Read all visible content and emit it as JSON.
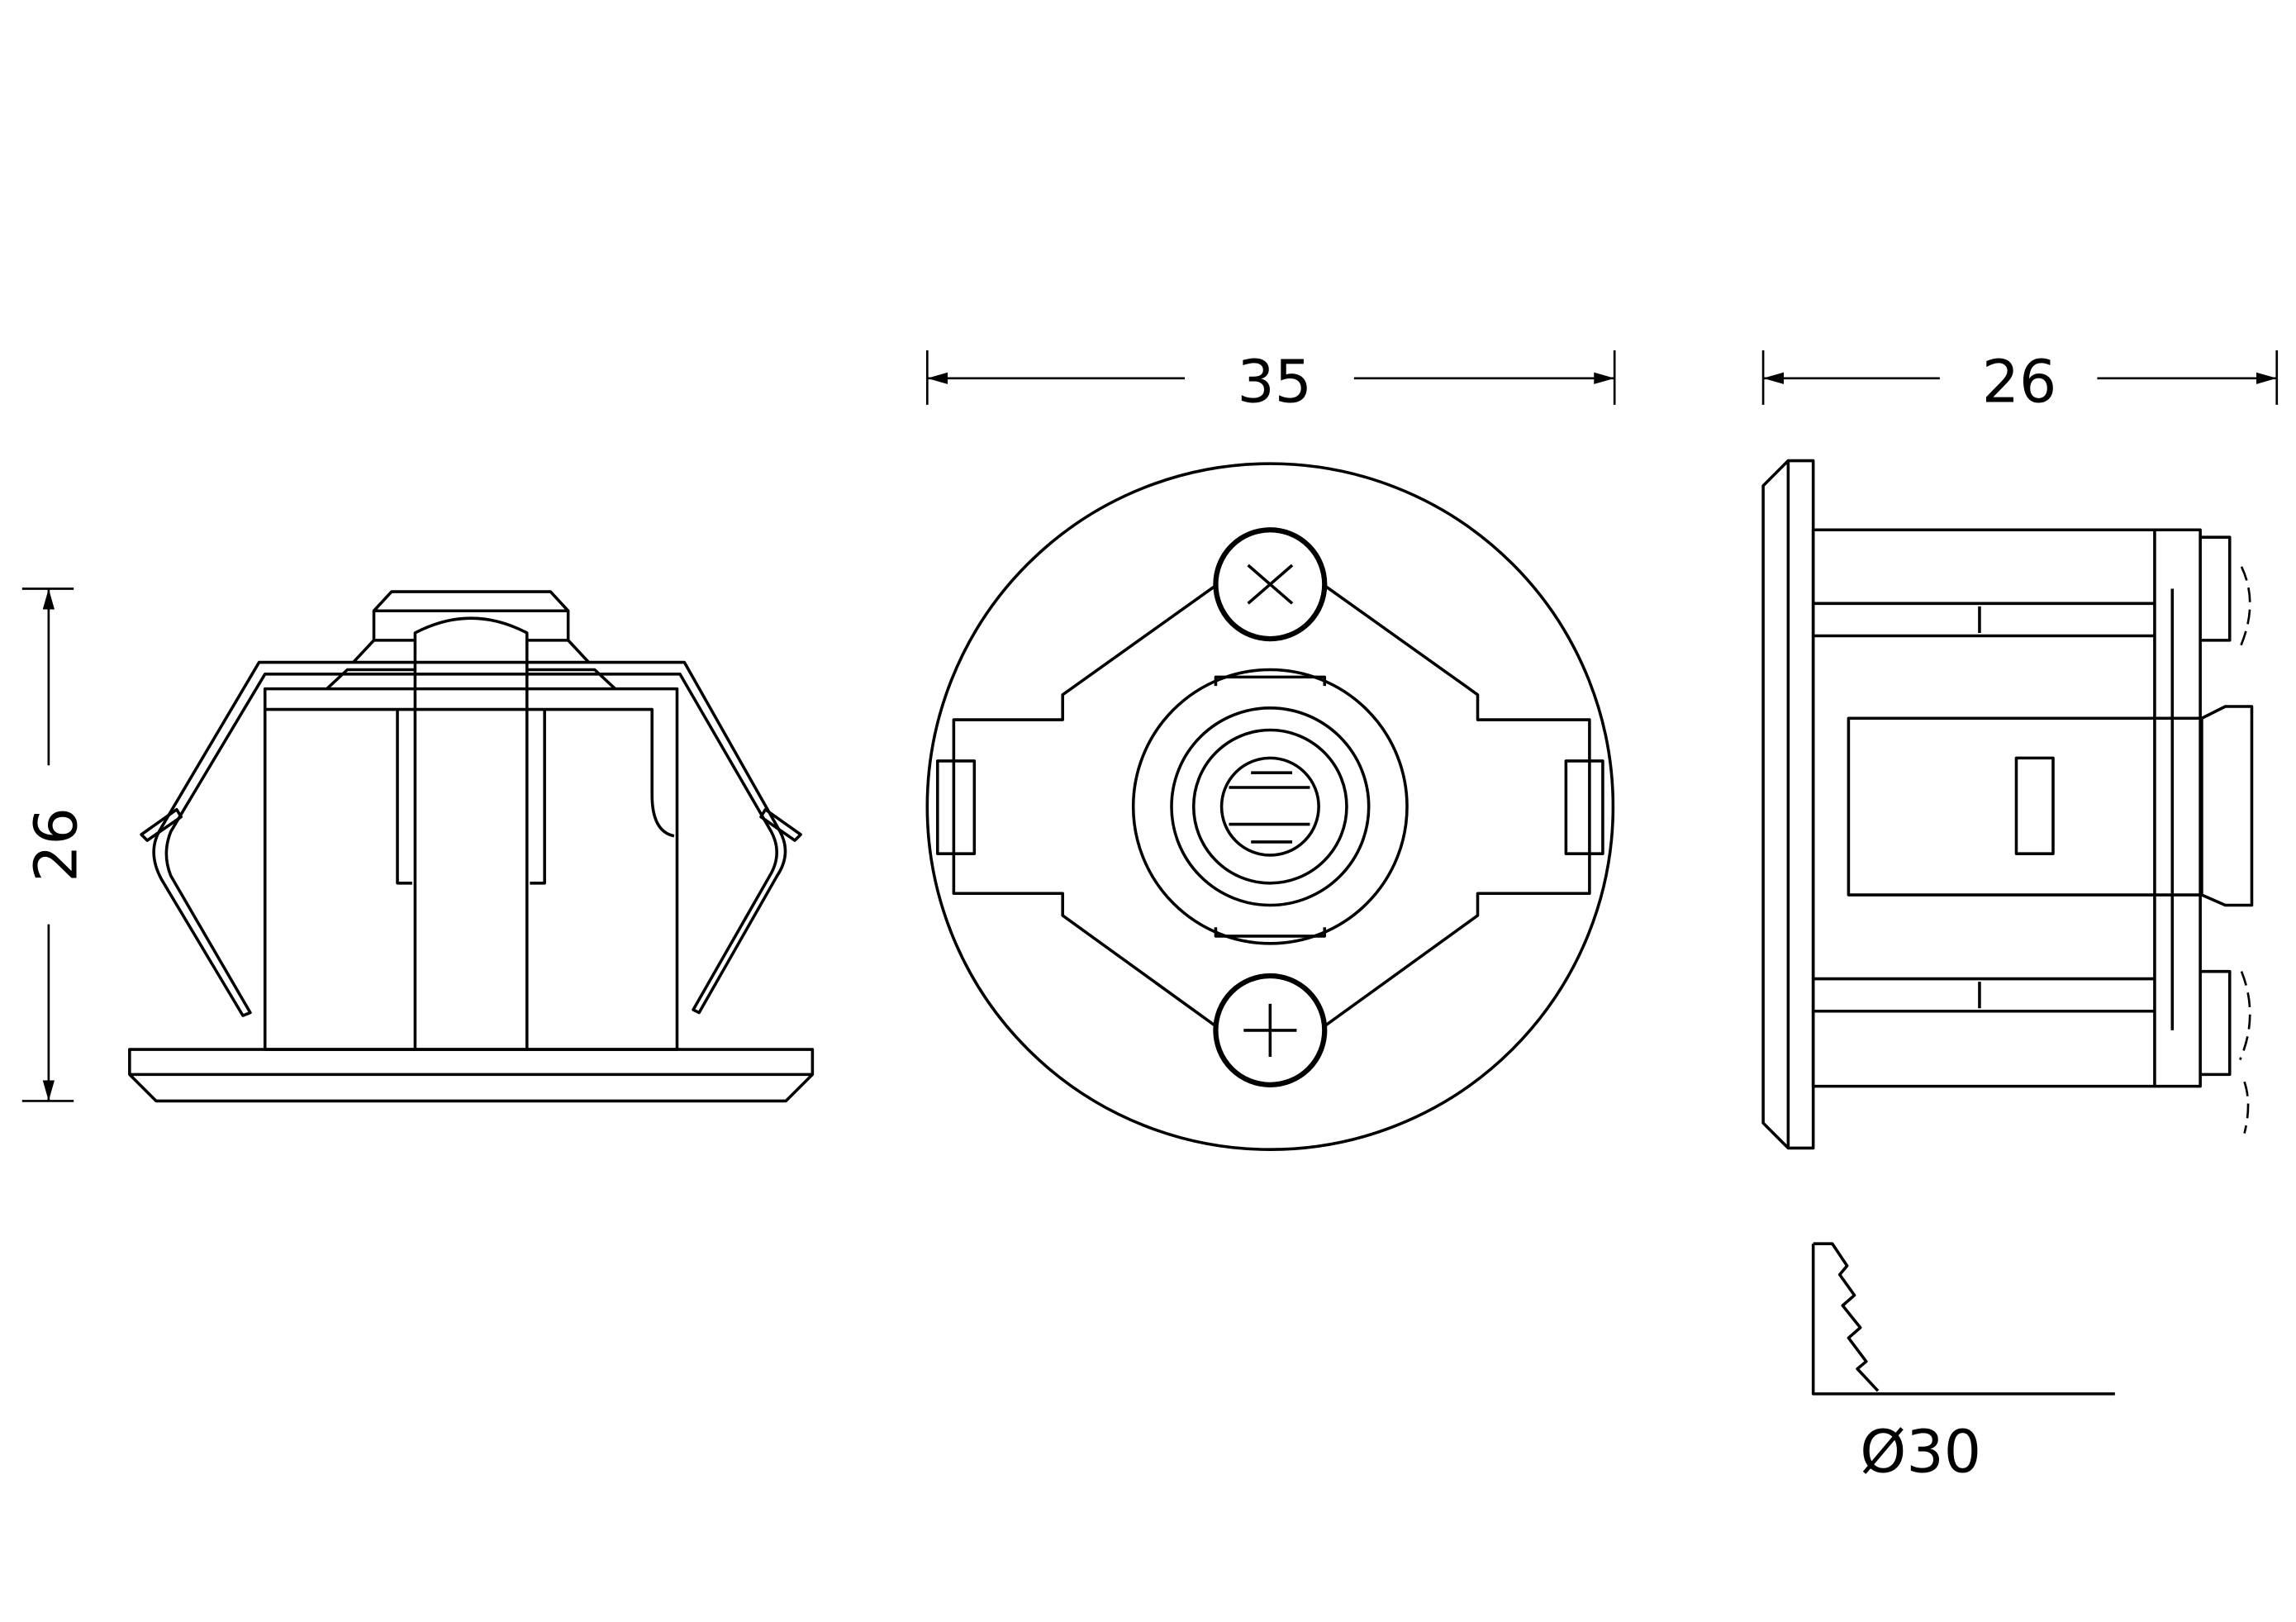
{
  "drawing": {
    "side_view_height": "26",
    "front_view_width": "35",
    "profile_view_depth": "26",
    "cutout_diameter": "Ø30"
  },
  "colors": {
    "line": "#000000",
    "background": "#ffffff"
  }
}
